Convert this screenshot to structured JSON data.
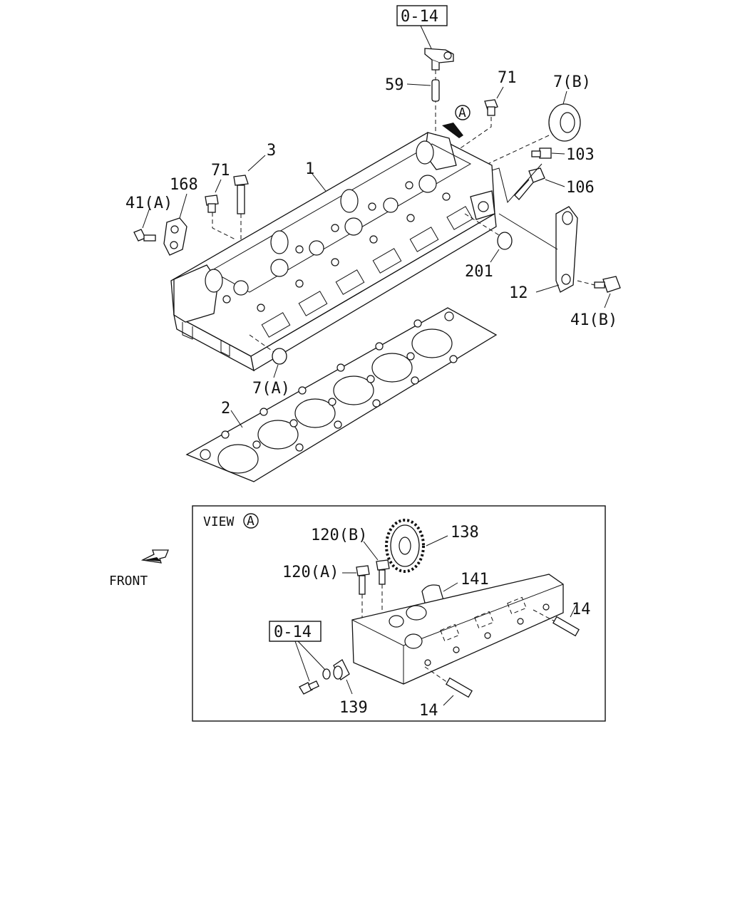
{
  "callouts": {
    "c_0_14_top": "0-14",
    "c_59": "59",
    "c_71_top": "71",
    "c_7b": "7(B)",
    "c_a_marker": "A",
    "c_103": "103",
    "c_106": "106",
    "c_3": "3",
    "c_71_left": "71",
    "c_1": "1",
    "c_168": "168",
    "c_41a": "41(A)",
    "c_201": "201",
    "c_12": "12",
    "c_41b": "41(B)",
    "c_7a": "7(A)",
    "c_2": "2"
  },
  "front": "FRONT",
  "view_box": {
    "title": "VIEW",
    "marker": "A",
    "c_120b": "120(B)",
    "c_138": "138",
    "c_120a": "120(A)",
    "c_141": "141",
    "c_14_right": "14",
    "c_0_14": "0-14",
    "c_139": "139",
    "c_14_bottom": "14"
  }
}
